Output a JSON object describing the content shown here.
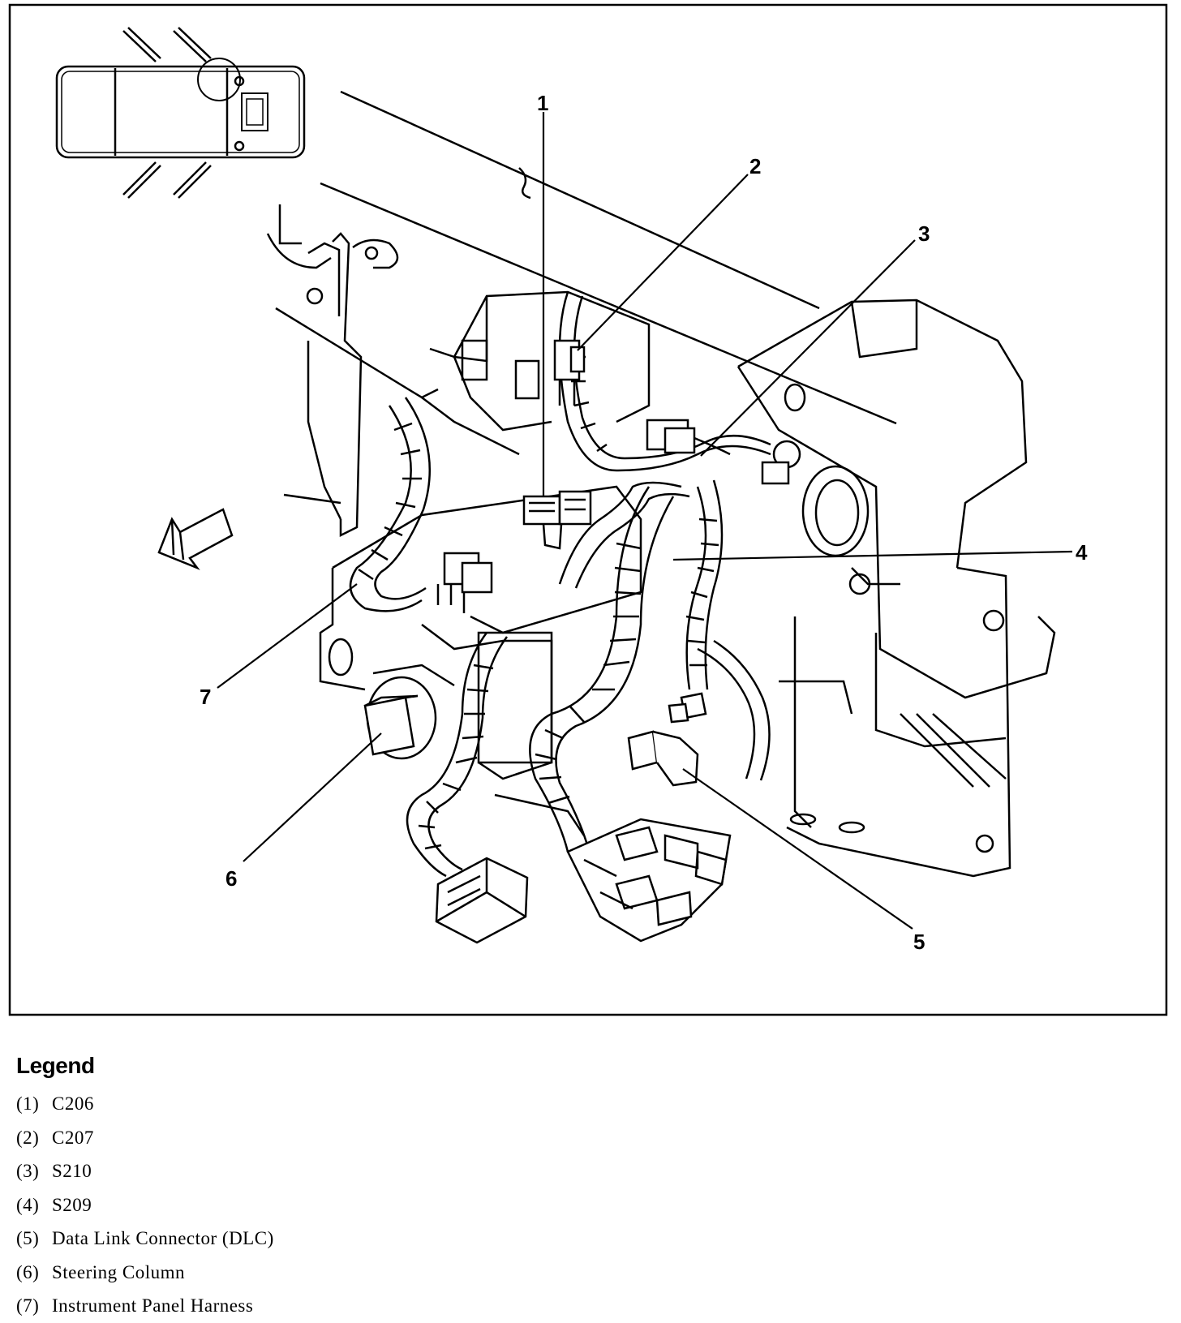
{
  "callouts": [
    {
      "id": 1,
      "label": "1"
    },
    {
      "id": 2,
      "label": "2"
    },
    {
      "id": 3,
      "label": "3"
    },
    {
      "id": 4,
      "label": "4"
    },
    {
      "id": 5,
      "label": "5"
    },
    {
      "id": 6,
      "label": "6"
    },
    {
      "id": 7,
      "label": "7"
    }
  ],
  "legend": {
    "title": "Legend",
    "items": [
      {
        "num": "(1)",
        "text": "C206"
      },
      {
        "num": "(2)",
        "text": "C207"
      },
      {
        "num": "(3)",
        "text": "S210"
      },
      {
        "num": "(4)",
        "text": "S209"
      },
      {
        "num": "(5)",
        "text": "Data Link Connector (DLC)"
      },
      {
        "num": "(6)",
        "text": "Steering Column"
      },
      {
        "num": "(7)",
        "text": "Instrument Panel Harness"
      }
    ]
  },
  "colors": {
    "line": "#000000",
    "background": "#ffffff"
  }
}
